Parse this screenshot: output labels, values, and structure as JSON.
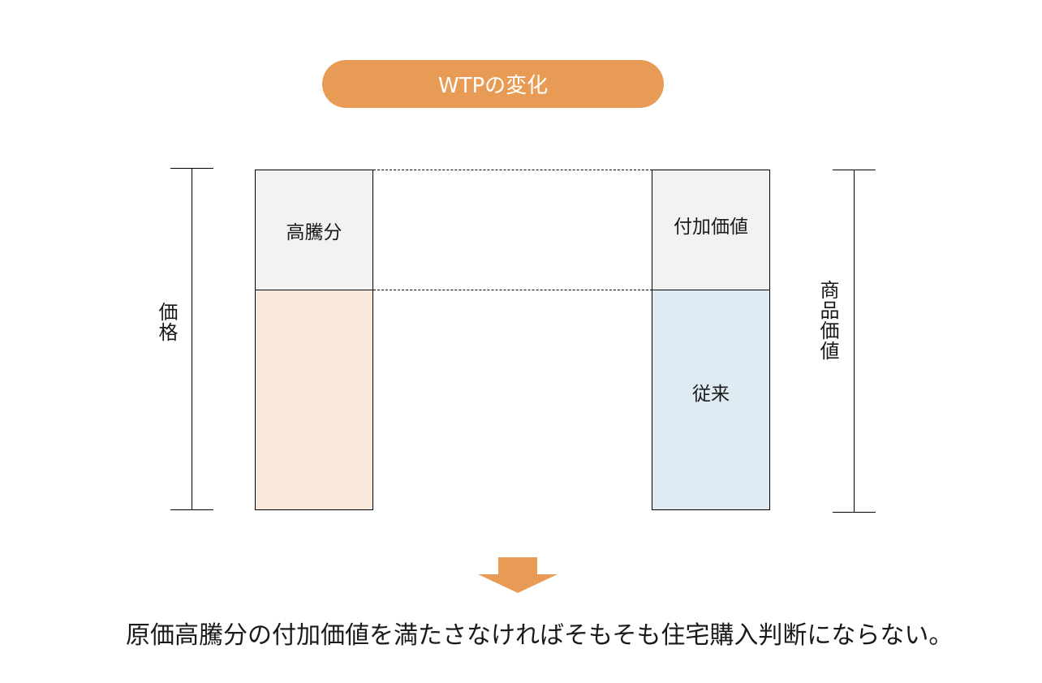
{
  "title": "WTPの変化",
  "left_axis_label": "価格",
  "right_axis_label": "商品価値",
  "left_bar": {
    "top_label": "高騰分",
    "bottom_label": ""
  },
  "right_bar": {
    "top_label": "付加価値",
    "bottom_label": "従来"
  },
  "conclusion": "原価高騰分の付加価値を満たさなければそもそも住宅購入判断にならない。",
  "colors": {
    "accent": "#e89b55",
    "gray_box": "#f2f2f2",
    "peach_box": "#f9e9dc",
    "blue_box": "#deebf3"
  }
}
